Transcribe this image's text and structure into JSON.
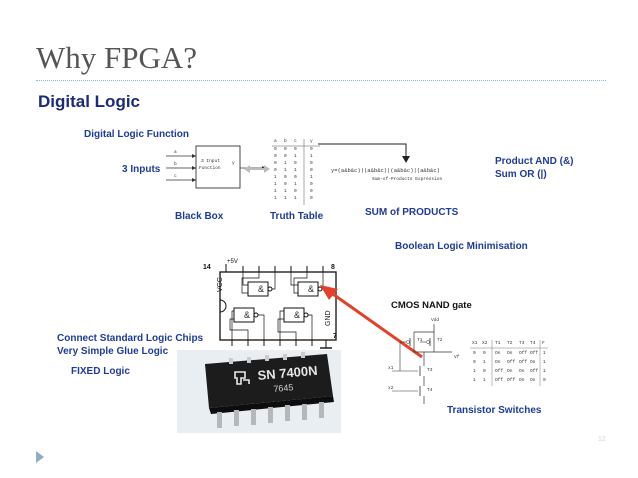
{
  "slide": {
    "title": "Why FPGA?",
    "subtitle": "Digital Logic",
    "page_number": "12"
  },
  "labels": {
    "digital_logic_function": "Digital Logic Function",
    "inputs": "3 Inputs",
    "black_box": "Black Box",
    "truth_table": "Truth Table",
    "sum_of_products": "SUM of PRODUCTS",
    "product_and": "Product AND (&)",
    "sum_or": "Sum OR  (|)",
    "boolean_min": "Boolean Logic Minimisation",
    "connect_chips": "Connect Standard Logic Chips",
    "glue_logic": "Very Simple Glue Logic",
    "fixed_logic": "FIXED Logic",
    "cmos_nand": "CMOS NAND gate",
    "transistor_switches": "Transistor Switches"
  },
  "blackbox": {
    "inputs": [
      "a",
      "b",
      "c"
    ],
    "output": "y",
    "box_label_1": "3 Input",
    "box_label_2": "Function"
  },
  "truth_table": {
    "headers": [
      "a",
      "b",
      "c",
      "y"
    ],
    "rows": [
      [
        "0",
        "0",
        "0",
        "0"
      ],
      [
        "0",
        "0",
        "1",
        "1"
      ],
      [
        "0",
        "1",
        "0",
        "0"
      ],
      [
        "0",
        "1",
        "1",
        "0"
      ],
      [
        "1",
        "0",
        "0",
        "1"
      ],
      [
        "1",
        "0",
        "1",
        "0"
      ],
      [
        "1",
        "1",
        "0",
        "0"
      ],
      [
        "1",
        "1",
        "1",
        "0"
      ]
    ]
  },
  "expression": {
    "formula": "y=(a&b&c)|(a&b&c)|(a&b&c)|(a&b&c)",
    "caption": "Sum-of-Products Expression"
  },
  "chip_diagram": {
    "pin_top_left": "14",
    "supply": "+5V",
    "pin_top_right": "8",
    "pin_bottom_right": "7",
    "vcc": "VCC",
    "gnd": "GND",
    "gate_symbol": "&"
  },
  "chip_photo": {
    "marking": "SN 7400N",
    "code": "7645"
  },
  "nand_table": {
    "headers": [
      "X1",
      "X2",
      "T1",
      "T2",
      "T3",
      "T4",
      "F"
    ],
    "rows": [
      [
        "0",
        "0",
        "On",
        "On",
        "Off",
        "Off",
        "1"
      ],
      [
        "0",
        "1",
        "On",
        "Off",
        "Off",
        "On",
        "1"
      ],
      [
        "1",
        "0",
        "Off",
        "On",
        "On",
        "Off",
        "1"
      ],
      [
        "1",
        "1",
        "Off",
        "Off",
        "On",
        "On",
        "0"
      ]
    ]
  },
  "nand_schematic": {
    "vdd": "Vdd",
    "t1": "T1",
    "t2": "T2",
    "t3": "T3",
    "t4": "T4",
    "x1": "x1",
    "x2": "x2",
    "vf": "Vf"
  },
  "colors": {
    "title": "#555555",
    "subtitle": "#1b2a7a",
    "label_blue": "#1f3b99",
    "arrow_red": "#e4412a",
    "rule": "#8fb4c9"
  }
}
